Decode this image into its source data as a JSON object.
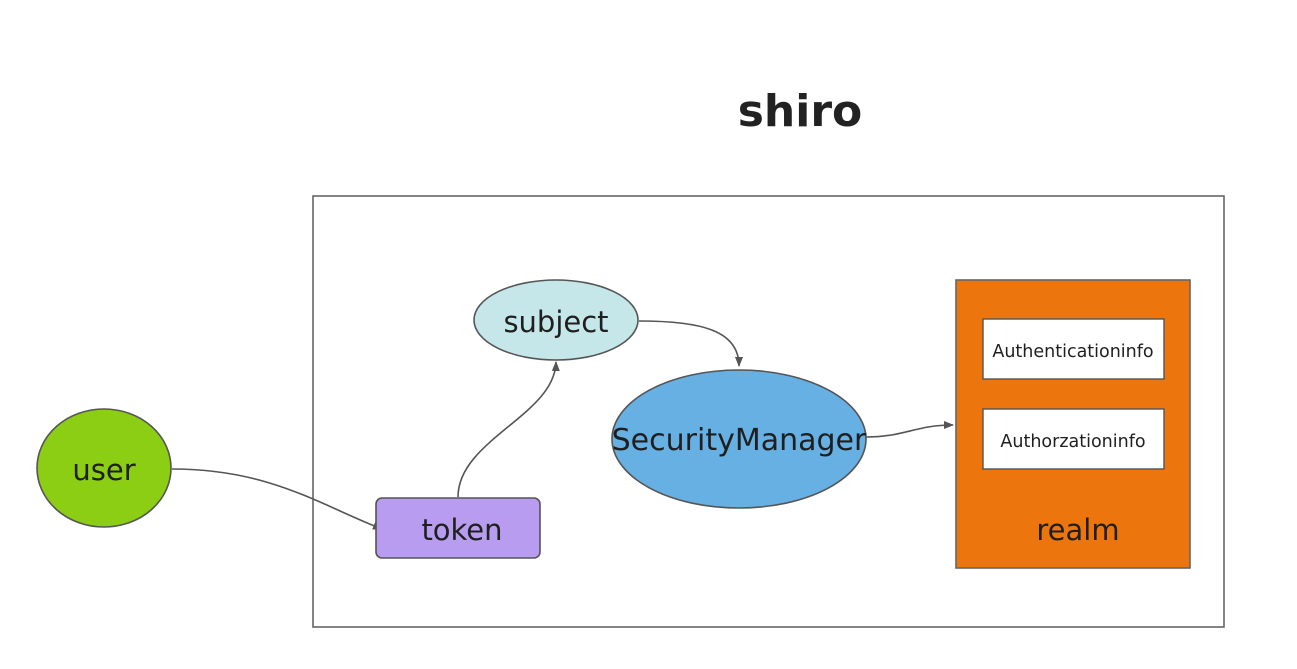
{
  "title": "shiro",
  "nodes": {
    "user": {
      "label": "user",
      "fill": "#8cce14"
    },
    "token": {
      "label": "token",
      "fill": "#b79cf0"
    },
    "subject": {
      "label": "subject",
      "fill": "#c5e7ea"
    },
    "security_manager": {
      "label": "SecurityManager",
      "fill": "#66b0e3"
    },
    "realm": {
      "label": "realm",
      "fill": "#ed750e",
      "items": [
        "Authenticationinfo",
        "Authorzationinfo"
      ]
    }
  },
  "edges": [
    {
      "from": "user",
      "to": "token"
    },
    {
      "from": "token",
      "to": "subject"
    },
    {
      "from": "subject",
      "to": "SecurityManager"
    },
    {
      "from": "SecurityManager",
      "to": "realm"
    }
  ],
  "colors": {
    "stroke": "#555555",
    "container_border": "#666666"
  }
}
